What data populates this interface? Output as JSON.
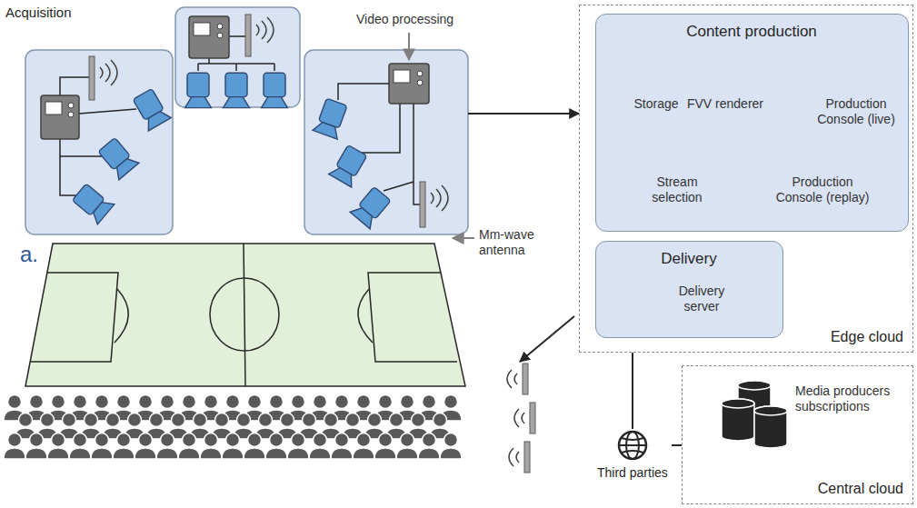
{
  "diagram": {
    "nodes": [
      {
        "text": [
          "Acquisition"
        ]
      },
      {
        "text": [
          "Edge cloud"
        ]
      },
      {
        "text": [
          "Content production"
        ],
        "in": 1
      },
      {
        "text": [
          "Delivery"
        ],
        "in": 1
      },
      {
        "text": [
          "Third parties"
        ]
      },
      {
        "text": [
          "Central cloud"
        ]
      }
    ],
    "edges": [
      {
        "from": 0,
        "to": 1,
        "arrow": "to"
      },
      {
        "from": 1,
        "to": 4,
        "arrow": "none"
      },
      {
        "from": 4,
        "to": 5,
        "arrow": "none"
      }
    ],
    "labels": [
      "a.",
      "Video processing",
      "Mm-wave antenna",
      "Storage",
      "FVV renderer",
      "Production Console (live)",
      "Stream selection",
      "Production Console (replay)",
      "Delivery server",
      "Media producers subscriptions"
    ]
  }
}
